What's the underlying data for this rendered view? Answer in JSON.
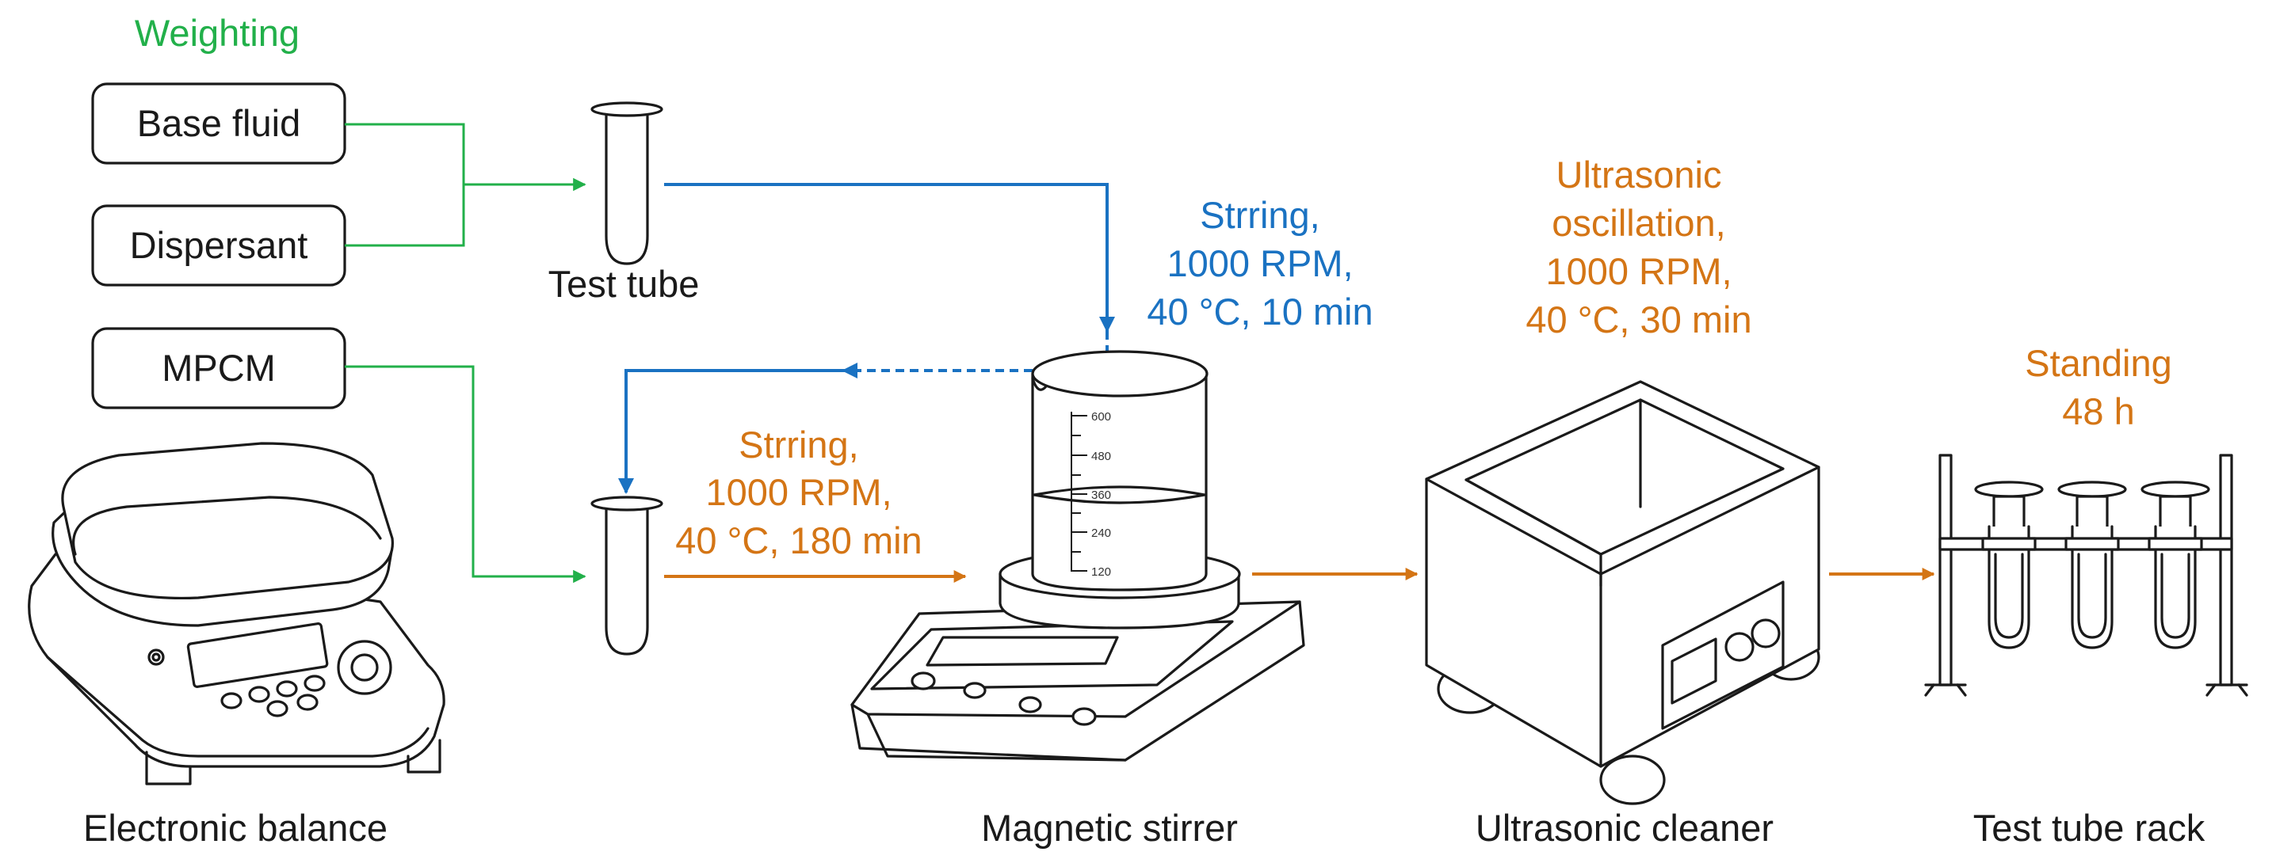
{
  "colors": {
    "green": "#22b04a",
    "blue": "#1a72c2",
    "orange": "#d47515",
    "ink": "#1a1a1a"
  },
  "weighting": {
    "title": "Weighting",
    "boxes": [
      "Base fluid",
      "Dispersant",
      "MPCM"
    ]
  },
  "labels": {
    "test_tube": "Test tube",
    "electronic_balance": "Electronic balance",
    "magnetic_stirrer": "Magnetic stirrer",
    "ultrasonic_cleaner": "Ultrasonic cleaner",
    "test_tube_rack": "Test tube rack"
  },
  "steps": {
    "stir_short": [
      "Strring,",
      "1000 RPM,",
      "40 °C, 10 min"
    ],
    "stir_long": [
      "Strring,",
      "1000 RPM,",
      "40 °C, 180 min"
    ],
    "ultrasonic": [
      "Ultrasonic",
      "oscillation,",
      "1000 RPM,",
      "40 °C, 30 min"
    ],
    "standing": [
      "Standing",
      "48 h"
    ]
  },
  "beaker_scale": [
    "600",
    "480",
    "360",
    "240",
    "120"
  ],
  "icons": {
    "balance": "electronic-balance-icon",
    "tube": "test-tube-icon",
    "stirrer": "magnetic-stirrer-icon",
    "beaker": "beaker-icon",
    "cleaner": "ultrasonic-cleaner-icon",
    "rack": "test-tube-rack-icon"
  }
}
